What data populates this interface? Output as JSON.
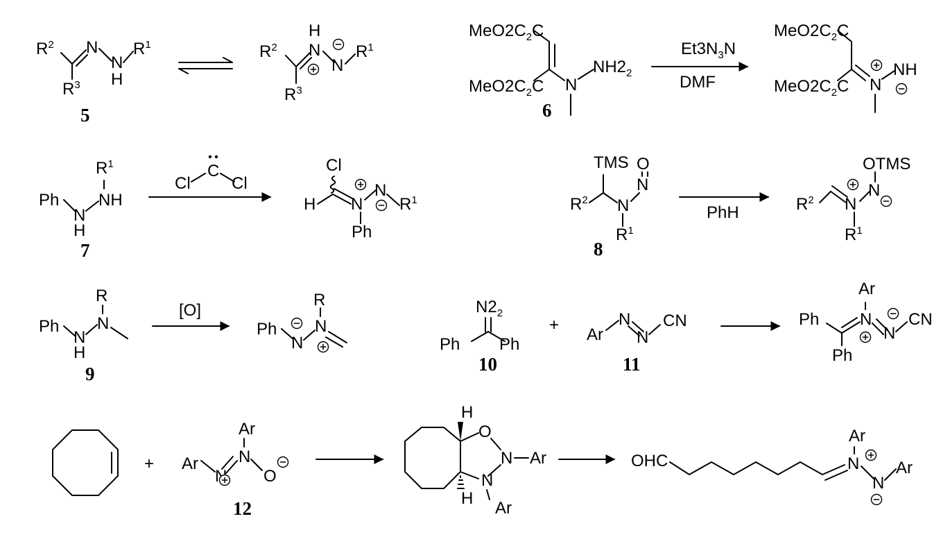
{
  "atoms": {
    "R": "R",
    "R1": "R1",
    "R2": "R2",
    "R3": "R3",
    "N": "N",
    "H": "H",
    "O": "O",
    "C": "C",
    "Cl": "Cl",
    "Ph": "Ph",
    "Ar": "Ar",
    "NH": "NH",
    "NH2": "NH2",
    "MeO2C": "MeO2C",
    "TMS": "TMS",
    "OTMS": "OTMS",
    "CN": "CN",
    "N2": "N2",
    "OHC": "OHC"
  },
  "compound_labels": {
    "c5": "5",
    "c6": "6",
    "c7": "7",
    "c8": "8",
    "c9": "9",
    "c10": "10",
    "c11": "11",
    "c12": "12"
  },
  "reagents": {
    "rxn6_top": "Et3N",
    "rxn6_bottom": "DMF",
    "rxn7_carbene": "Cl–C–Cl",
    "rxn8": "PhH",
    "rxn9": "[O]"
  },
  "operators": {
    "plus": "+"
  },
  "charges": {
    "positive": "+",
    "negative": "−"
  }
}
